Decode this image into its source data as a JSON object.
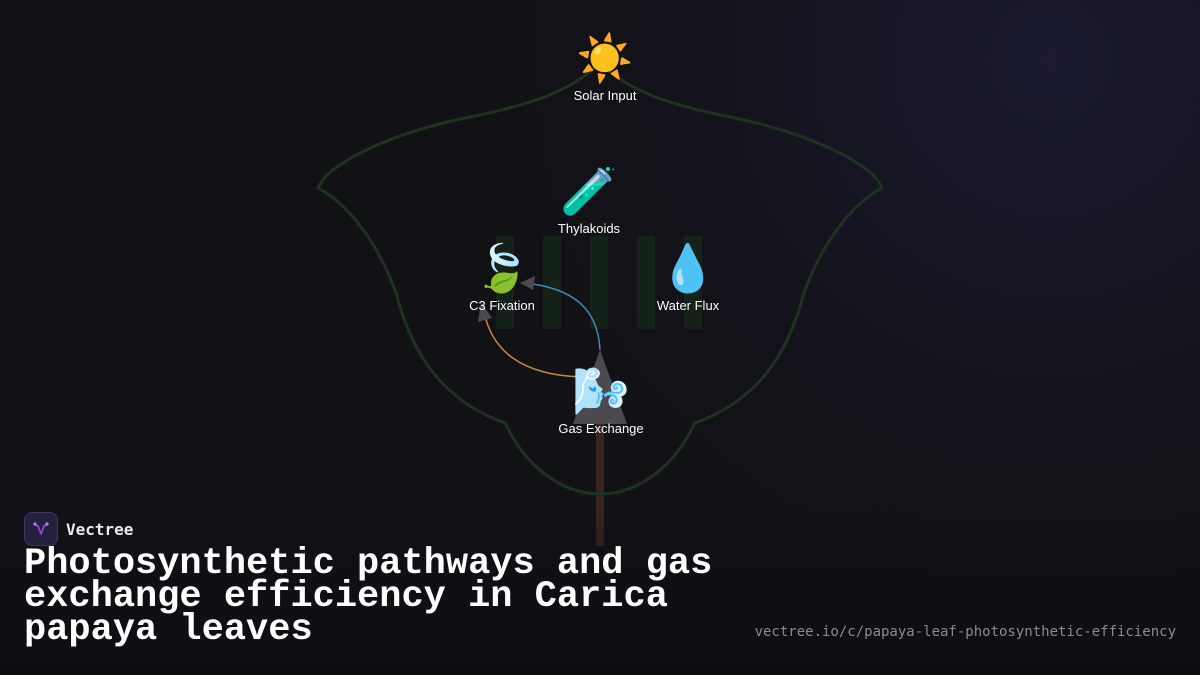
{
  "diagram": {
    "nodes": [
      {
        "id": "solar",
        "label": "Solar Input",
        "icon": "sun-icon",
        "glyph": "☀️"
      },
      {
        "id": "thylakoids",
        "label": "Thylakoids",
        "icon": "test-tube-icon",
        "glyph": "🧪"
      },
      {
        "id": "c3",
        "label": "C3 Fixation",
        "icon": "leaf-icon",
        "glyph": "🍃"
      },
      {
        "id": "water",
        "label": "Water Flux",
        "icon": "droplet-icon",
        "glyph": "💧"
      },
      {
        "id": "gas",
        "label": "Gas Exchange",
        "icon": "wind-face-icon",
        "glyph": "🌬️"
      }
    ],
    "edges": [
      {
        "from": "gas",
        "to": "c3",
        "color": "#3b8fc0"
      },
      {
        "from": "gas",
        "to": "c3",
        "color": "#c48a3e"
      }
    ],
    "colors": {
      "leaf_outline": "#1d3320",
      "vein_bars": "#15261a",
      "stem": "#3a2420",
      "background": "#121116"
    }
  },
  "brand": {
    "name": "Vectree",
    "logo_icon": "vectree-logo-icon",
    "logo_color": "#a24ad8"
  },
  "title": "Photosynthetic pathways and gas exchange efficiency in Carica papaya leaves",
  "url": "vectree.io/c/papaya-leaf-photosynthetic-efficiency"
}
